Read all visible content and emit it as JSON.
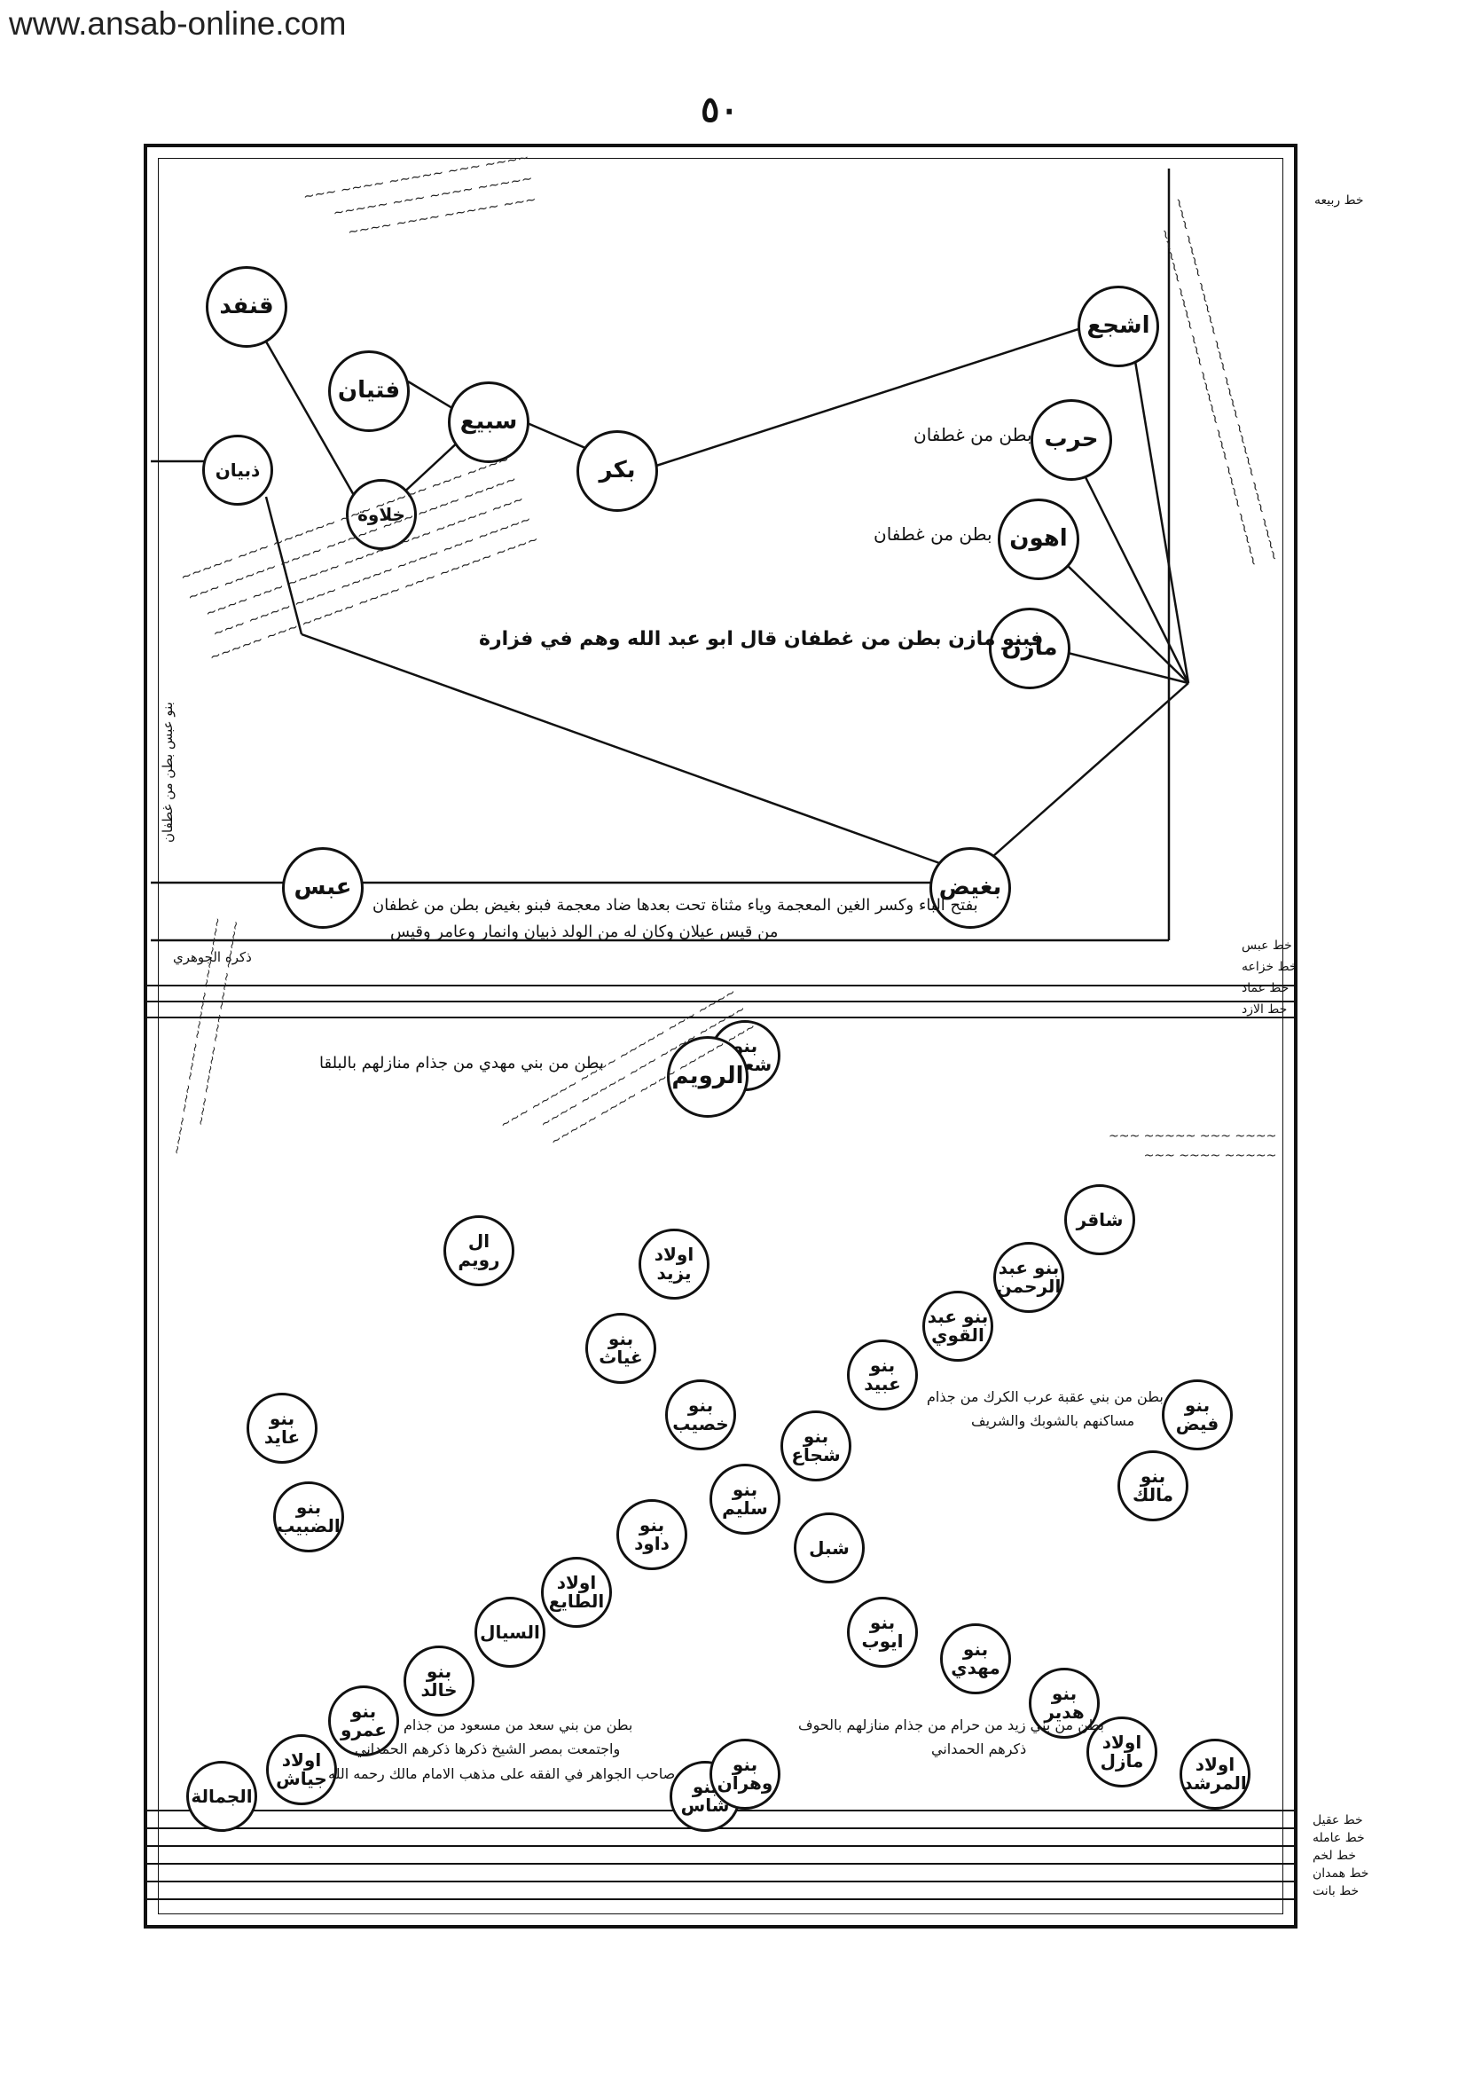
{
  "watermark": "www.ansab-online.com",
  "page_number": "٥٠",
  "upper_nodes": [
    {
      "id": "qunfud",
      "label": "قنفد"
    },
    {
      "id": "fityan",
      "label": "فتيان"
    },
    {
      "id": "subai",
      "label": "سبيع"
    },
    {
      "id": "bakr",
      "label": "بكر"
    },
    {
      "id": "khalawa",
      "label": "خلاوة"
    },
    {
      "id": "dhubyan",
      "label": "ذبيان"
    },
    {
      "id": "ashja",
      "label": "اشجع"
    },
    {
      "id": "harb",
      "label": "حرب"
    },
    {
      "id": "ahwan",
      "label": "اهون"
    },
    {
      "id": "mazin",
      "label": "مازن"
    },
    {
      "id": "baghidh",
      "label": "بغيض"
    },
    {
      "id": "abs",
      "label": "عبس"
    }
  ],
  "upper_notes": {
    "harb_note": "بطن من غطفان",
    "ahwan_note": "بطن من غطفان",
    "mazin_note": "فبنو مازن بطن من غطفان قال ابو عبد الله وهم في فزارة",
    "abs_note": "بنو عبس بطن من غطفان",
    "baghidh_note_1": "بفتح الباء وكسر الغين المعجمة وياء مثناة تحت بعدها ضاد معجمة فبنو بغيض بطن من غطفان",
    "baghidh_note_2": "من قيس عيلان وكان له من الولد ذبيان وانمار وعامر وقيس",
    "abs_note_2": "ذكره الجوهري"
  },
  "lower_nodes": [
    {
      "id": "shuaib",
      "label": "بنو شعيب"
    },
    {
      "id": "ruwaim",
      "label": "الرويم"
    },
    {
      "id": "shaqir",
      "label": "شاقر"
    },
    {
      "id": "abdulrahman",
      "label": "بنو عبد الرحمن"
    },
    {
      "id": "abdulqawi",
      "label": "بنو عبد القوي"
    },
    {
      "id": "faidh",
      "label": "بنو فيض"
    },
    {
      "id": "malik",
      "label": "بنو مالك"
    },
    {
      "id": "ubaid",
      "label": "بنو عبيد"
    },
    {
      "id": "shujaa",
      "label": "بنو شجاع"
    },
    {
      "id": "yazid",
      "label": "اولاد يزيد"
    },
    {
      "id": "ghiyath",
      "label": "بنو غياث"
    },
    {
      "id": "khasib",
      "label": "بنو خصيب"
    },
    {
      "id": "ruwaim2",
      "label": "ال رويم"
    },
    {
      "id": "salim",
      "label": "بنو سليم"
    },
    {
      "id": "shibl",
      "label": "شبل"
    },
    {
      "id": "dawud",
      "label": "بنو داود"
    },
    {
      "id": "ayid",
      "label": "بنو عايد"
    },
    {
      "id": "dubaib",
      "label": "بنو الضبيب"
    },
    {
      "id": "ayyub",
      "label": "بنو ايوب"
    },
    {
      "id": "mahdi",
      "label": "بنو مهدي"
    },
    {
      "id": "hudair",
      "label": "بنو هدير"
    },
    {
      "id": "tayiba",
      "label": "اولاد الطايع"
    },
    {
      "id": "sayyal",
      "label": "السيال"
    },
    {
      "id": "khalid",
      "label": "بنو خالد"
    },
    {
      "id": "amr",
      "label": "بنو عمرو"
    },
    {
      "id": "jayyash",
      "label": "اولاد جياش"
    },
    {
      "id": "mazil",
      "label": "اولاد مازل"
    },
    {
      "id": "murshid",
      "label": "اولاد المرشد"
    },
    {
      "id": "jamala",
      "label": "الجمالة"
    },
    {
      "id": "shas",
      "label": "بنو شاس"
    },
    {
      "id": "wahran",
      "label": "بنو وهران"
    }
  ],
  "lower_notes": {
    "ruwaim_note": "بطن من بني مهدي من جذام منازلهم بالبلقا",
    "faidh_note": "بطن من بني عقبة عرب الكرك من جذام",
    "faidh_note_2": "مساكنهم بالشوبك والشريف",
    "mazil_note": "بطن من بني زيد من حرام من جذام منازلهم بالحوف",
    "mazil_note_2": "ذكرهم الحمداني",
    "shas_note": "بطن من بني سعد من مسعود من جذام",
    "shas_note_2": "واجتمعت بمصر الشيخ ذكرها ذكرهم الحمداني",
    "shas_note_3": "صاحب الجواهر في الفقه على مذهب الامام مالك رحمه الله"
  },
  "margin_labels": {
    "top_right": "خط ربيعه",
    "mid_1": "خط عبس",
    "mid_2": "خط خزاعه",
    "mid_3": "خط عماد",
    "mid_4": "خط الازد",
    "bot_1": "خط عقيل",
    "bot_2": "خط عامله",
    "bot_3": "خط لخم",
    "bot_4": "خط همدان",
    "bot_5": "خط بانت"
  }
}
